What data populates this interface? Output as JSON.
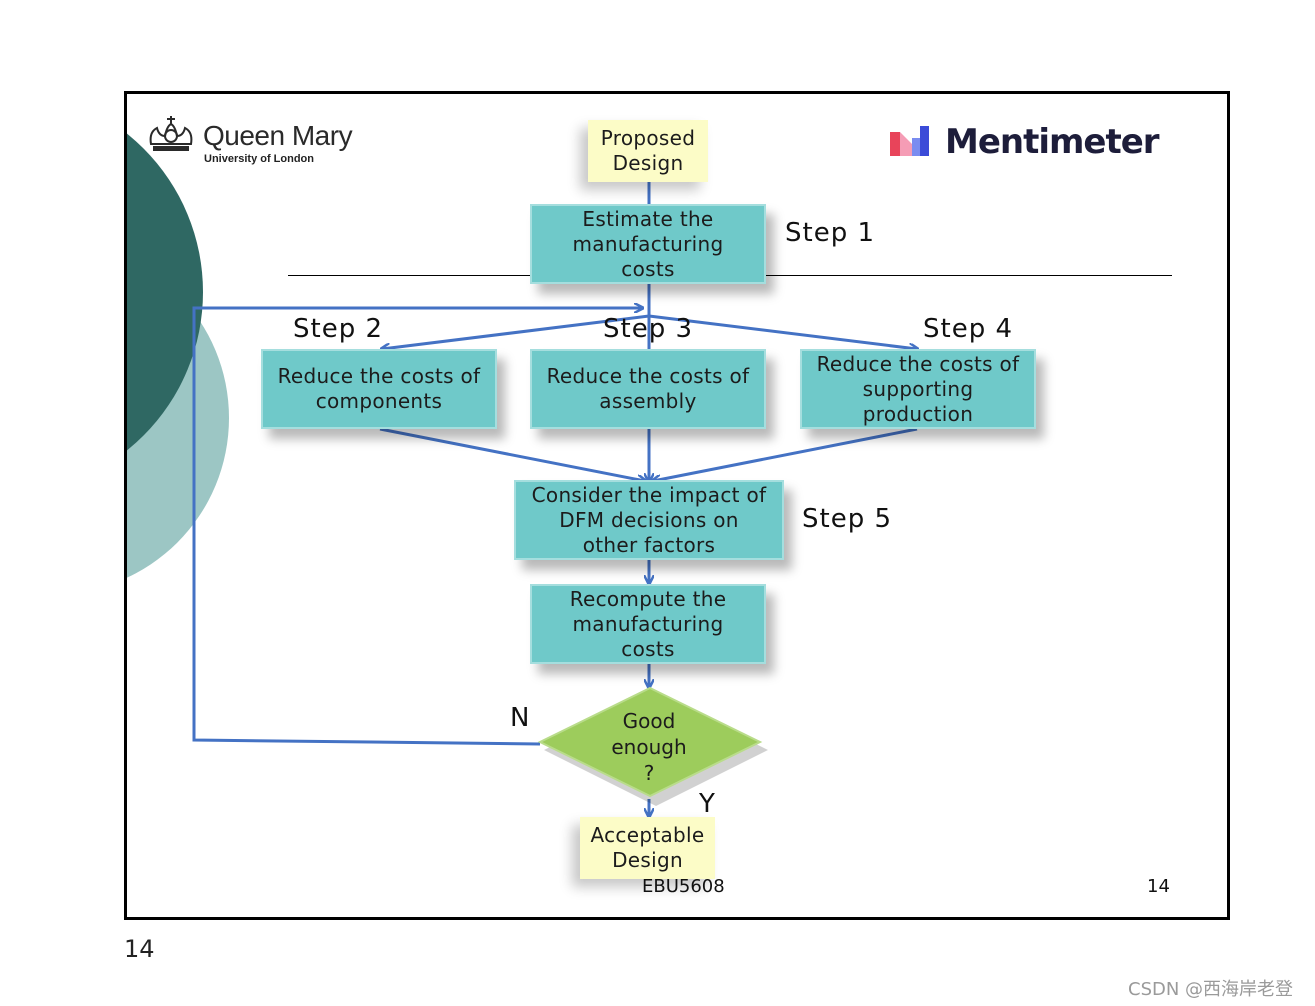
{
  "header": {
    "university_name": "Queen Mary",
    "university_sub": "University of London",
    "brand": "Mentimeter"
  },
  "flow": {
    "start": "Proposed\nDesign",
    "estimate": "Estimate the\nmanufacturing\ncosts",
    "reduce_components": "Reduce the costs of\ncomponents",
    "reduce_assembly": "Reduce the costs of\nassembly",
    "reduce_supporting": "Reduce the costs of\nsupporting\nproduction",
    "consider_impact": "Consider the impact of\nDFM decisions on\nother factors",
    "recompute": "Recompute the\nmanufacturing\ncosts",
    "decision": "Good\nenough\n?",
    "end": "Acceptable\nDesign",
    "no_label": "N",
    "yes_label": "Y"
  },
  "steps": {
    "step1": "Step 1",
    "step2": "Step 2",
    "step3": "Step 3",
    "step4": "Step 4",
    "step5": "Step 5"
  },
  "footer": {
    "course_code": "EBU5608",
    "slide_number": "14"
  },
  "page_number": "14",
  "watermark": "CSDN @西海岸老登",
  "colors": {
    "process_box": "#6fc9c9",
    "terminal_box": "#fcfcc7",
    "decision": "#9dcc5c",
    "arrow": "#4472c4",
    "dark_teal": "#2f6863",
    "light_teal": "#9cc6c4"
  }
}
